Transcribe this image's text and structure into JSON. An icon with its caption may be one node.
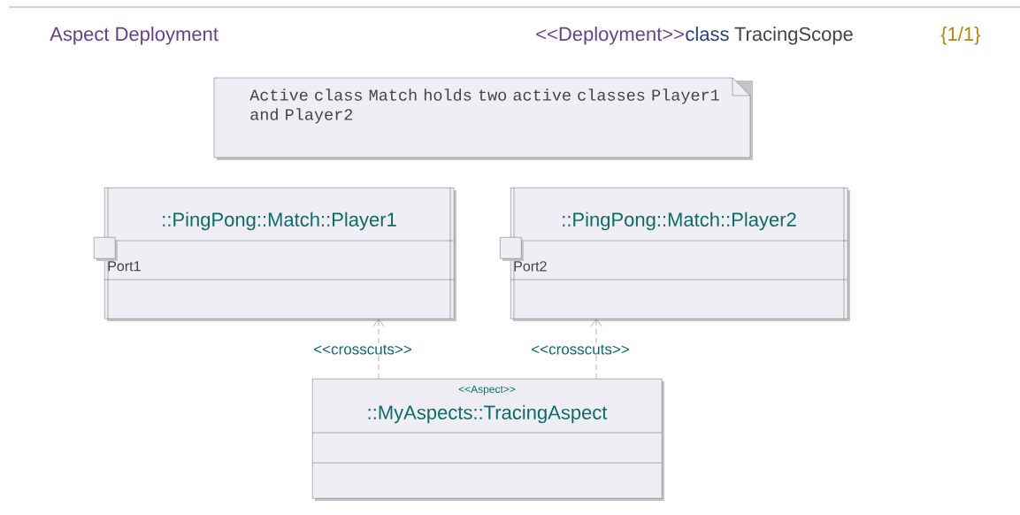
{
  "diagram": {
    "title": "Aspect Deployment",
    "nodes": [
      {
        "text": [
          "Active class Match holds two active classes Player1 and Player2"
        ]
      },
      {
        "text": [
          "::PingPong::Match::Player1"
        ]
      },
      {
        "text": [],
        "shape": "box",
        "beside": [
          "Port1"
        ]
      },
      {
        "text": [
          "::PingPong::Match::Player2"
        ]
      },
      {
        "text": [],
        "shape": "box",
        "beside": [
          "Port2"
        ]
      },
      {
        "text": [
          "<<Aspect>>",
          "::MyAspects::TracingAspect"
        ]
      }
    ],
    "edges": [
      {
        "from": 5,
        "to": 1,
        "arrow": "to",
        "style": "dashed",
        "label": "<<crosscuts>>"
      },
      {
        "from": 5,
        "to": 3,
        "arrow": "to",
        "style": "dashed",
        "label": "<<crosscuts>>"
      }
    ],
    "labels": [
      "<<Deployment>>",
      "class",
      "TracingScope",
      "{1/1}"
    ]
  }
}
